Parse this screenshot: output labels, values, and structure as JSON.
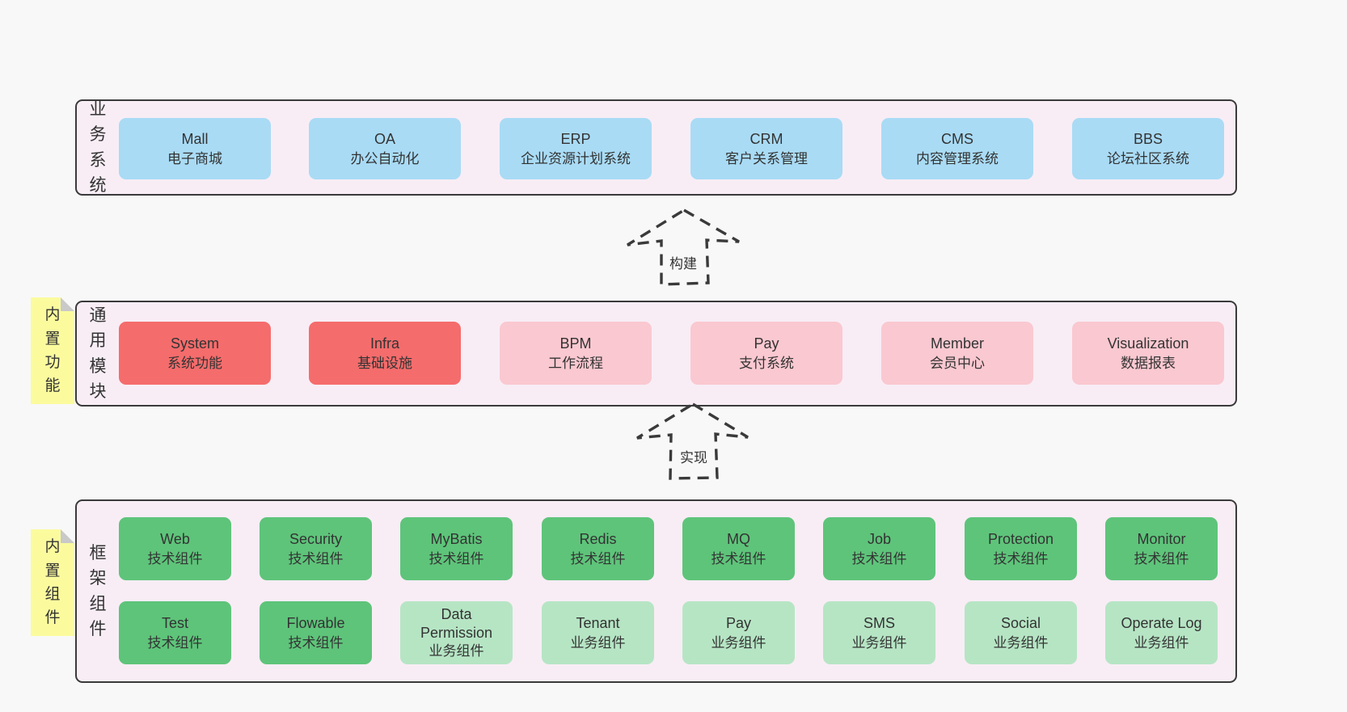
{
  "colors": {
    "page_bg": "#f8f8f8",
    "panel_bg": "#f8edf5",
    "panel_border": "#3a3a3a",
    "blue": "#a9dbf5",
    "red": "#f56c6c",
    "pink": "#fac8d0",
    "green_dark": "#5ec47a",
    "green_light": "#b6e5c4",
    "sticky_yellow": "#fbfb9e",
    "sticky_fold": "#c9c9c9",
    "text": "#333333"
  },
  "arrows": [
    {
      "label": "构建"
    },
    {
      "label": "实现"
    }
  ],
  "panels": {
    "business": {
      "label": "业务系统",
      "boxes": [
        {
          "en": "Mall",
          "zh": "电子商城"
        },
        {
          "en": "OA",
          "zh": "办公自动化"
        },
        {
          "en": "ERP",
          "zh": "企业资源计划系统"
        },
        {
          "en": "CRM",
          "zh": "客户关系管理"
        },
        {
          "en": "CMS",
          "zh": "内容管理系统"
        },
        {
          "en": "BBS",
          "zh": "论坛社区系统"
        }
      ]
    },
    "modules": {
      "label": "通用模块",
      "sticky": "内置功能",
      "boxes": [
        {
          "en": "System",
          "zh": "系统功能"
        },
        {
          "en": "Infra",
          "zh": "基础设施"
        },
        {
          "en": "BPM",
          "zh": "工作流程"
        },
        {
          "en": "Pay",
          "zh": "支付系统"
        },
        {
          "en": "Member",
          "zh": "会员中心"
        },
        {
          "en": "Visualization",
          "zh": "数据报表"
        }
      ]
    },
    "framework": {
      "label": "框架组件",
      "sticky": "内置组件",
      "row1": [
        {
          "en": "Web",
          "zh": "技术组件"
        },
        {
          "en": "Security",
          "zh": "技术组件"
        },
        {
          "en": "MyBatis",
          "zh": "技术组件"
        },
        {
          "en": "Redis",
          "zh": "技术组件"
        },
        {
          "en": "MQ",
          "zh": "技术组件"
        },
        {
          "en": "Job",
          "zh": "技术组件"
        },
        {
          "en": "Protection",
          "zh": "技术组件"
        },
        {
          "en": "Monitor",
          "zh": "技术组件"
        }
      ],
      "row2": [
        {
          "en": "Test",
          "zh": "技术组件"
        },
        {
          "en": "Flowable",
          "zh": "技术组件"
        },
        {
          "en": "Data Permission",
          "zh": "业务组件"
        },
        {
          "en": "Tenant",
          "zh": "业务组件"
        },
        {
          "en": "Pay",
          "zh": "业务组件"
        },
        {
          "en": "SMS",
          "zh": "业务组件"
        },
        {
          "en": "Social",
          "zh": "业务组件"
        },
        {
          "en": "Operate Log",
          "zh": "业务组件"
        }
      ]
    }
  }
}
